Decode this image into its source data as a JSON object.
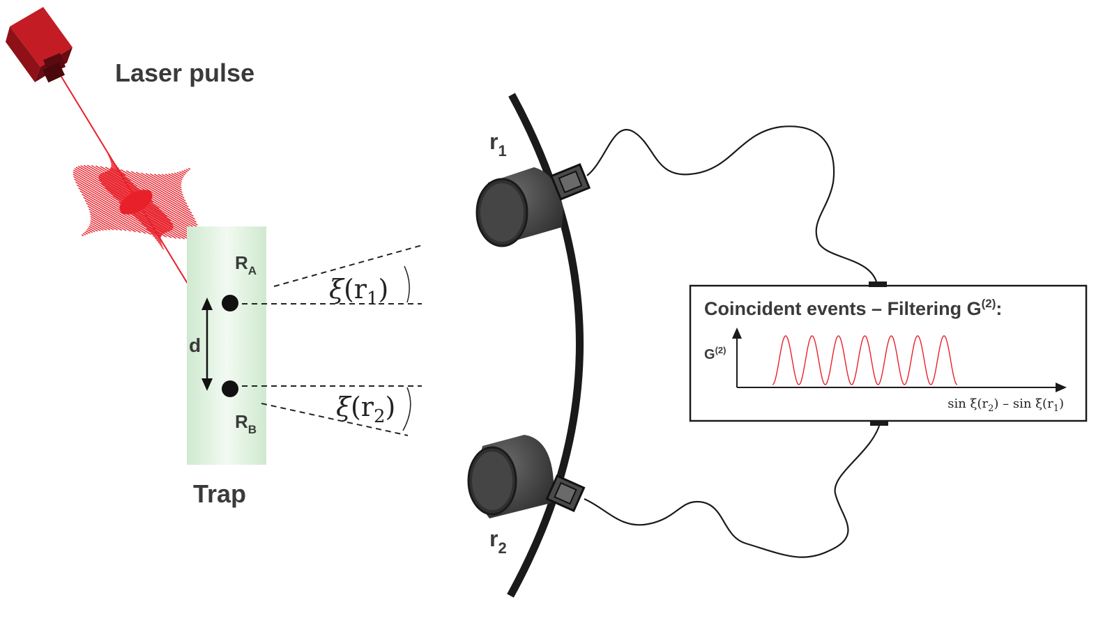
{
  "labels": {
    "laser_pulse": "Laser pulse",
    "trap": "Trap",
    "atom_a": "R",
    "atom_a_sub": "A",
    "atom_b": "R",
    "atom_b_sub": "B",
    "distance": "d",
    "xi_r1_sym": "ξ",
    "xi_r1_open": "(r",
    "xi_r1_sub": "1",
    "xi_r1_close": ")",
    "xi_r2_sym": "ξ",
    "xi_r2_open": "(r",
    "xi_r2_sub": "2",
    "xi_r2_close": ")",
    "detector_1": "r",
    "detector_1_sub": "1",
    "detector_2": "r",
    "detector_2_sub": "2"
  },
  "panel": {
    "title": "Coincident events – Filtering G",
    "title_sup": "(2)",
    "title_end": ":",
    "y_axis": "G",
    "y_axis_sup": "(2)",
    "x_axis_a": "sin ξ(r",
    "x_axis_a_sub": "2",
    "x_axis_mid": ") – sin ξ(r",
    "x_axis_b_sub": "1",
    "x_axis_end": ")"
  },
  "colors": {
    "laser": "#e8202a",
    "trap": "#d4ecd4",
    "detector": "#3c3c3c",
    "signal": "#e8202a"
  },
  "icons": {
    "laser_source": "laser-box-icon",
    "detector": "camera-detector-icon"
  }
}
